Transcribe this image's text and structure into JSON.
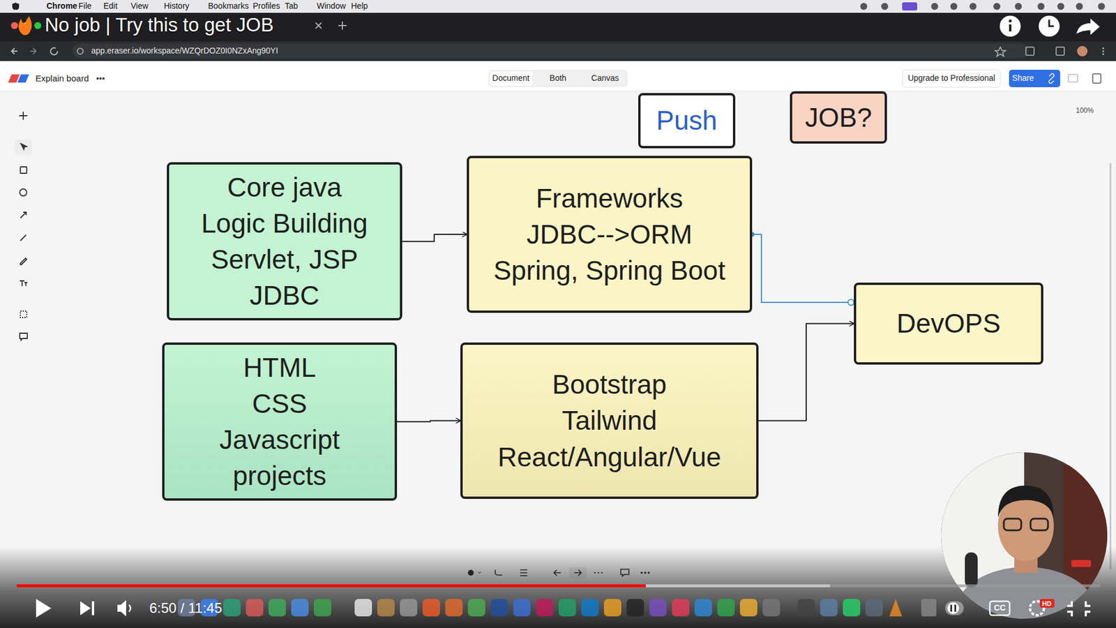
{
  "diagram": {
    "title": "No job | Try this to get JOB",
    "nodes": [
      {
        "text": [
          "Push"
        ]
      },
      {
        "text": [
          "JOB?"
        ]
      },
      {
        "text": [
          "Core java",
          "Logic Building",
          "Servlet, JSP",
          "JDBC"
        ]
      },
      {
        "text": [
          "Frameworks",
          "JDBC-->ORM",
          "Spring, Spring Boot"
        ]
      },
      {
        "text": [
          "HTML",
          "CSS",
          "Javascript",
          "projects"
        ]
      },
      {
        "text": [
          "Bootstrap",
          "Tailwind",
          "React/Angular/Vue"
        ]
      },
      {
        "text": [
          "DevOPS"
        ]
      }
    ],
    "edges": [
      {
        "from": 2,
        "to": 3,
        "arrow": "to"
      },
      {
        "from": 4,
        "to": 5,
        "arrow": "to"
      },
      {
        "from": 5,
        "to": 6,
        "arrow": "to"
      },
      {
        "from": 3,
        "to": 6,
        "arrow": "none"
      }
    ],
    "labels": [
      "Chrome",
      "File",
      "Edit",
      "View",
      "History",
      "Bookmarks",
      "Profiles",
      "Tab",
      "Window",
      "Help",
      "app.eraser.io/workspace/WZQrDOZ0I0NZxAng90YI",
      "Explain board",
      "Document",
      "Both",
      "Canvas",
      "Upgrade to Professional",
      "Share",
      "100%",
      "6:50 / 11:45",
      "CC",
      "HD"
    ]
  }
}
